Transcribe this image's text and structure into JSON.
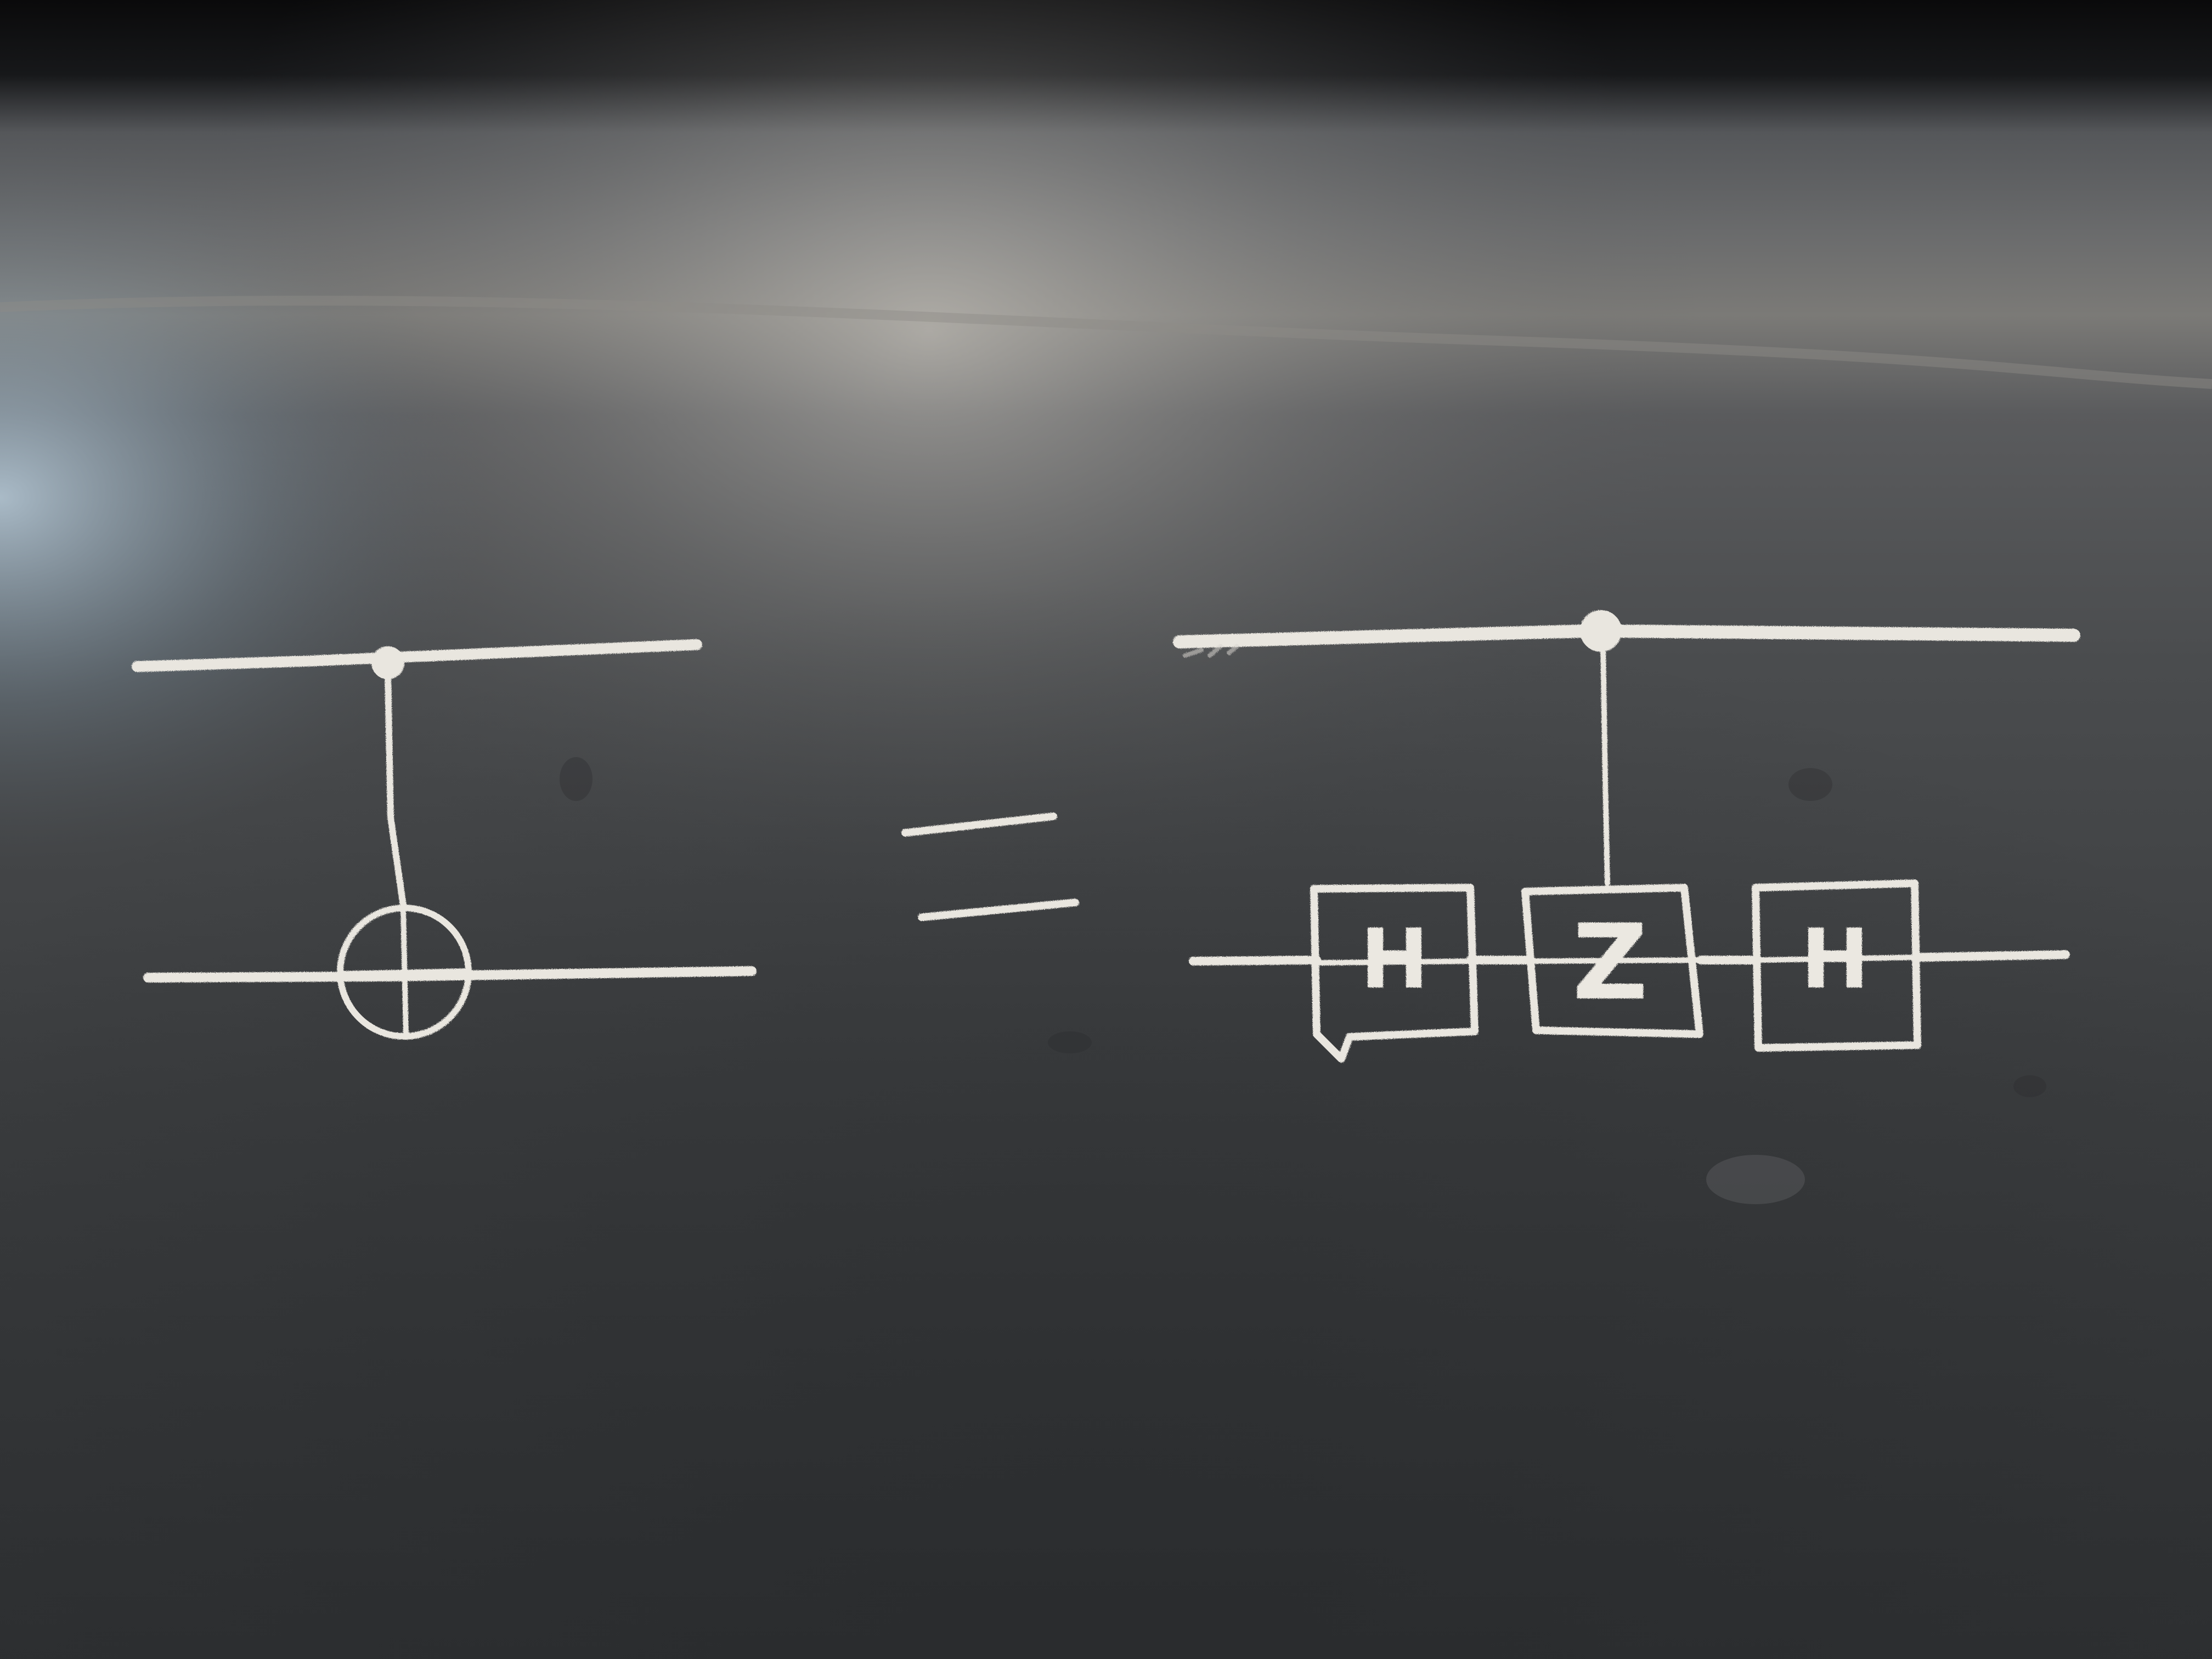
{
  "photo": {
    "subject": "chalkboard",
    "colors": {
      "board": "#3b3d3f",
      "board_dark": "#2a2c2e",
      "top_shadow": "#0d0d0e",
      "glare": "#c9c6bf",
      "glare_left": "#b9cfe0",
      "chalk": "#e9e6df"
    }
  },
  "left_circuit": {
    "control_symbol": "dot",
    "target_symbol": "circle-plus"
  },
  "equals_sign": "=",
  "right_circuit": {
    "control_symbol": "dot",
    "gates": [
      {
        "letter": "H"
      },
      {
        "letter": "Z"
      },
      {
        "letter": "H"
      }
    ]
  }
}
